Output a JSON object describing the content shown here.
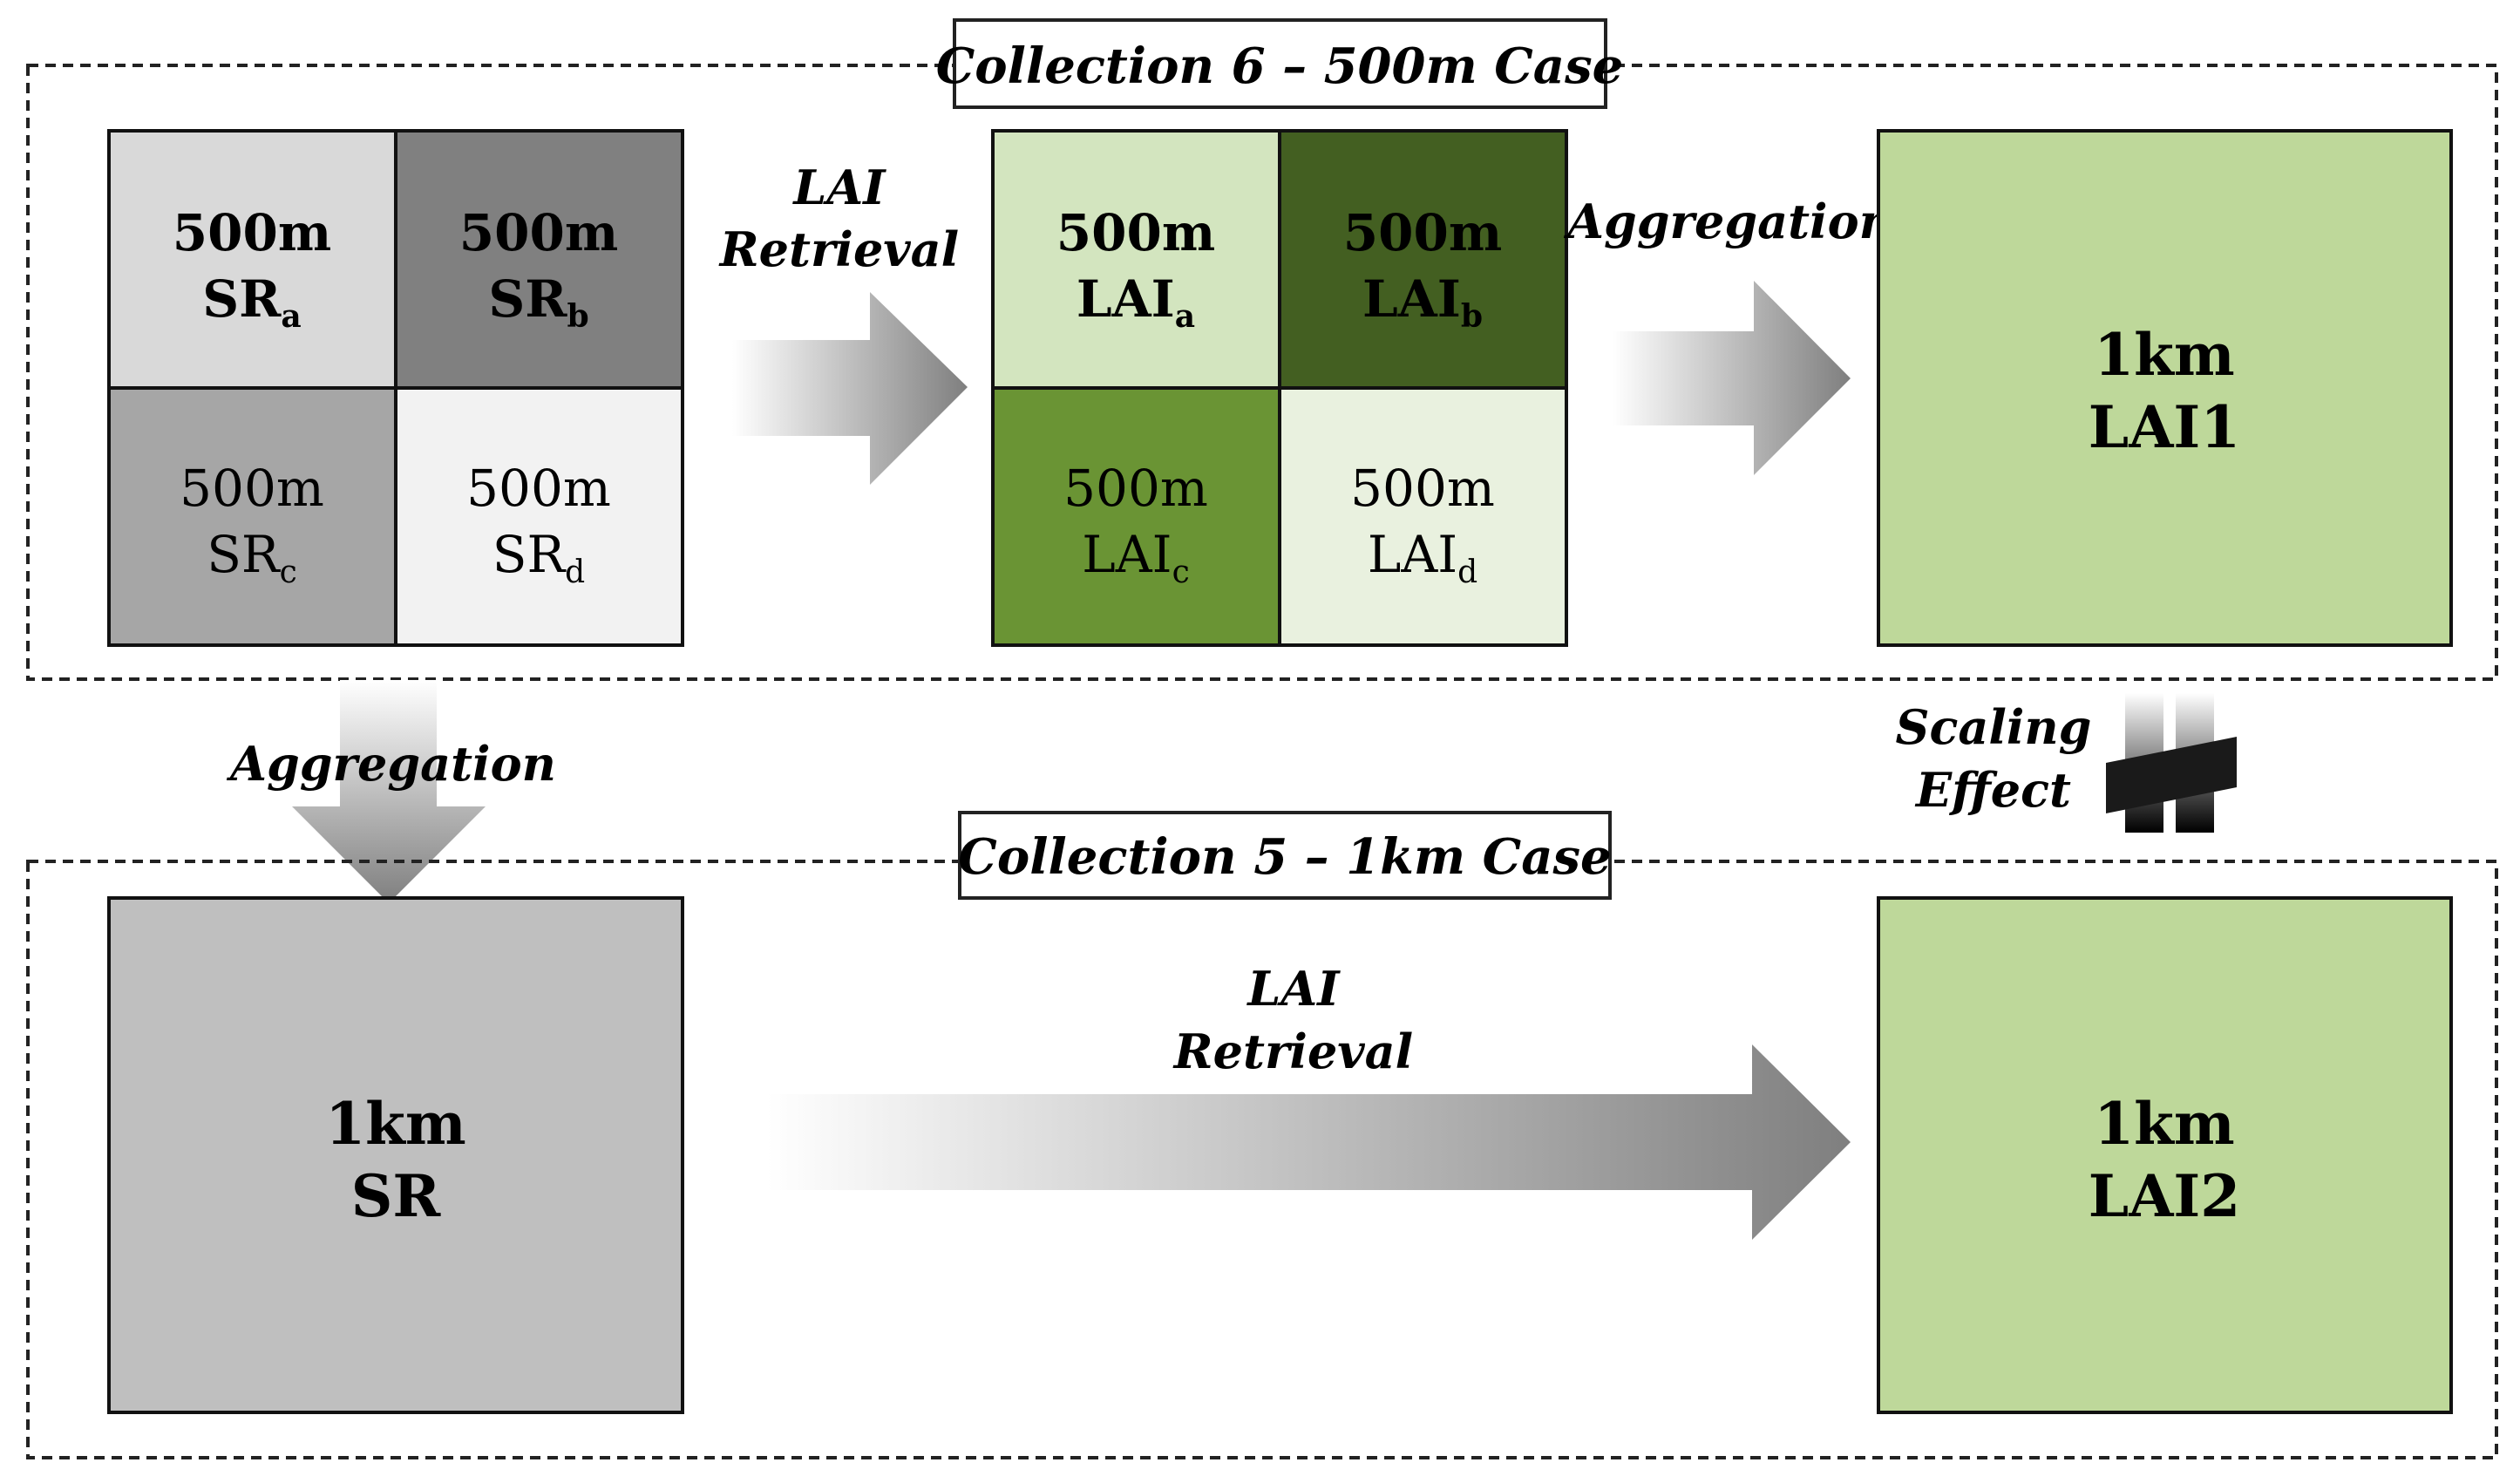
{
  "top_section": {
    "title": "Collection 6 – 500m Case",
    "sr_grid": [
      {
        "line1": "500m",
        "base": "SR",
        "sub": "a",
        "fill": "#d9d9d9",
        "bold": true
      },
      {
        "line1": "500m",
        "base": "SR",
        "sub": "b",
        "fill": "#808080",
        "bold": true
      },
      {
        "line1": "500m",
        "base": "SR",
        "sub": "c",
        "fill": "#a6a6a6",
        "bold": false
      },
      {
        "line1": "500m",
        "base": "SR",
        "sub": "d",
        "fill": "#f2f2f2",
        "bold": false
      }
    ],
    "retrieval_label": [
      "LAI",
      "Retrieval"
    ],
    "lai_grid": [
      {
        "line1": "500m",
        "base": "LAI",
        "sub": "a",
        "fill": "#d3e5bf",
        "bold": true
      },
      {
        "line1": "500m",
        "base": "LAI",
        "sub": "b",
        "fill": "#435f21",
        "bold": true
      },
      {
        "line1": "500m",
        "base": "LAI",
        "sub": "c",
        "fill": "#6a9434",
        "bold": false
      },
      {
        "line1": "500m",
        "base": "LAI",
        "sub": "d",
        "fill": "#e9f1df",
        "bold": false
      }
    ],
    "aggregation_label": "Aggregation",
    "result": {
      "line1": "1km",
      "line2": "LAI1",
      "fill": "#bed89a"
    }
  },
  "middle": {
    "aggregation_label": "Aggregation",
    "scaling_label": [
      "Scaling",
      "Effect"
    ]
  },
  "bottom_section": {
    "title": "Collection 5 – 1km Case",
    "source": {
      "line1": "1km",
      "line2": "SR",
      "fill": "#bfbfbf"
    },
    "retrieval_label": [
      "LAI",
      "Retrieval"
    ],
    "result": {
      "line1": "1km",
      "line2": "LAI2",
      "fill": "#bed89a"
    }
  }
}
